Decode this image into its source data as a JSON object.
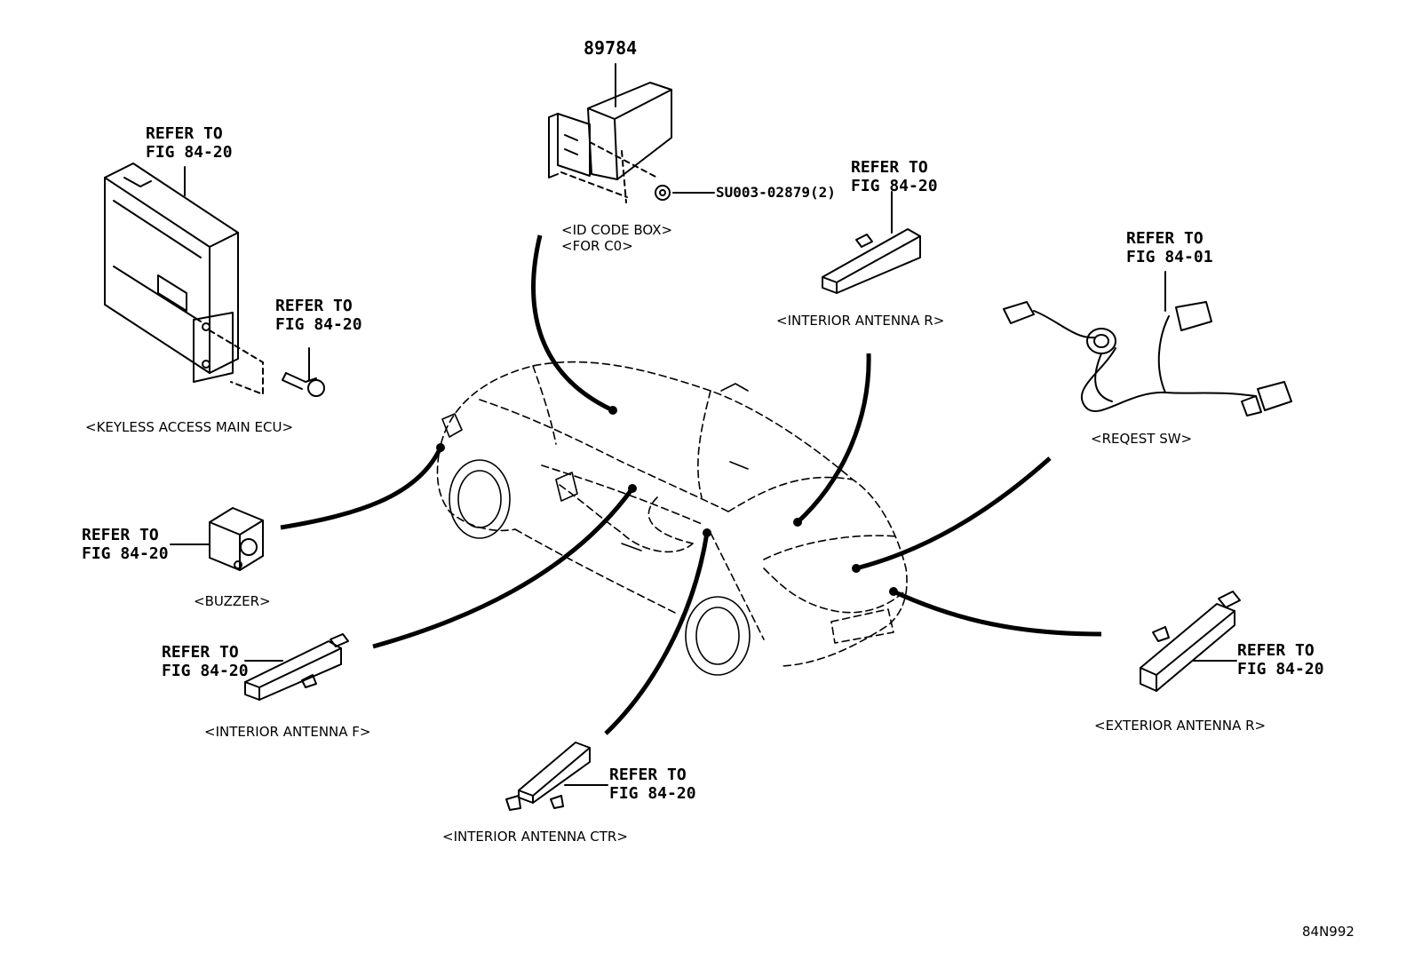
{
  "part_number": "89784",
  "bolt_part": "SU003-02879(2)",
  "diagram_code": "84N992",
  "refs": {
    "ecu": [
      "REFER TO",
      "FIG 84-20"
    ],
    "ecu_bolt": [
      "REFER TO",
      "FIG 84-20"
    ],
    "antenna_r": [
      "REFER TO",
      "FIG 84-20"
    ],
    "request_sw": [
      "REFER TO",
      "FIG 84-01"
    ],
    "buzzer": [
      "REFER TO",
      "FIG 84-20"
    ],
    "antenna_f": [
      "REFER TO",
      "FIG 84-20"
    ],
    "antenna_ctr": [
      "REFER TO",
      "FIG 84-20"
    ],
    "exterior_antenna": [
      "REFER TO",
      "FIG 84-20"
    ]
  },
  "captions": {
    "id_code_box": [
      "<ID CODE BOX>",
      "<FOR C0>"
    ],
    "keyless_ecu": "<KEYLESS ACCESS MAIN ECU>",
    "interior_antenna_r": "<INTERIOR ANTENNA R>",
    "request_sw": "<REQEST SW>",
    "buzzer": "<BUZZER>",
    "interior_antenna_f": "<INTERIOR ANTENNA F>",
    "interior_antenna_ctr": "<INTERIOR ANTENNA CTR>",
    "exterior_antenna_r": "<EXTERIOR ANTENNA R>"
  }
}
